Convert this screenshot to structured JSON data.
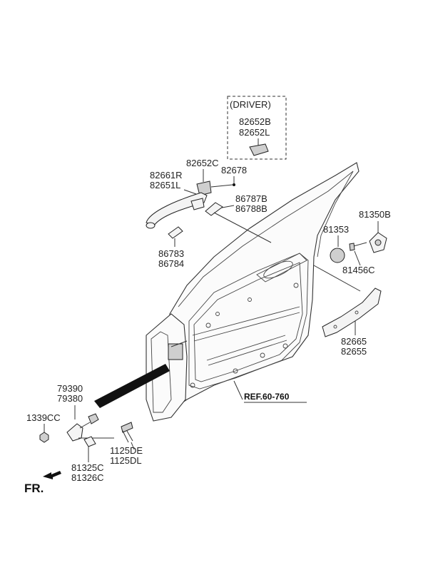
{
  "callouts": {
    "driver_box": [
      "(DRIVER)",
      "82652B",
      "82652L"
    ],
    "c82652C": [
      "82652C"
    ],
    "c82678": [
      "82678"
    ],
    "c82661R": [
      "82661R",
      "82651L"
    ],
    "c86787B": [
      "86787B",
      "86788B"
    ],
    "c86783": [
      "86783",
      "86784"
    ],
    "c81350B": [
      "81350B"
    ],
    "c81353": [
      "81353"
    ],
    "c81456C": [
      "81456C"
    ],
    "c82665": [
      "82665",
      "82655"
    ],
    "c79390": [
      "79390",
      "79380"
    ],
    "c1339CC": [
      "1339CC"
    ],
    "c1125DE": [
      "1125DE",
      "1125DL"
    ],
    "c81325C": [
      "81325C",
      "81326C"
    ]
  },
  "reference": "REF.60-760",
  "direction": "FR."
}
